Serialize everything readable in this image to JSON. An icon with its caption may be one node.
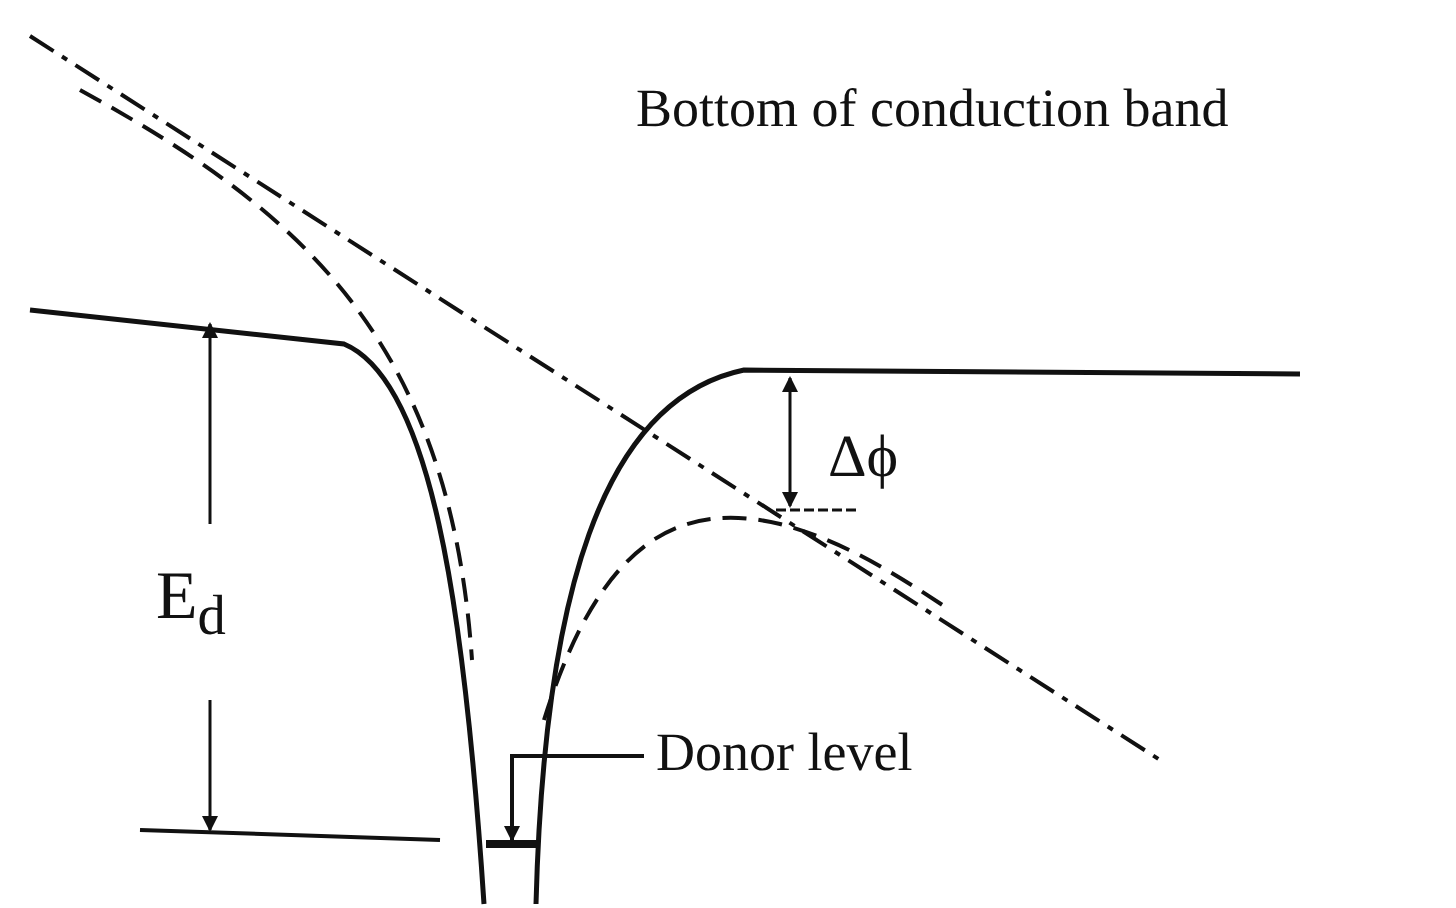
{
  "diagram": {
    "nodes": [
      {
        "text": [
          "Donor level"
        ]
      },
      {
        "text": [],
        "shape": "bar"
      }
    ],
    "edges": [
      {
        "from": 0,
        "to": 1,
        "arrow": "to"
      }
    ],
    "labels": [
      "Bottom of conduction band",
      "Δϕ",
      "E$_{d}$"
    ]
  }
}
